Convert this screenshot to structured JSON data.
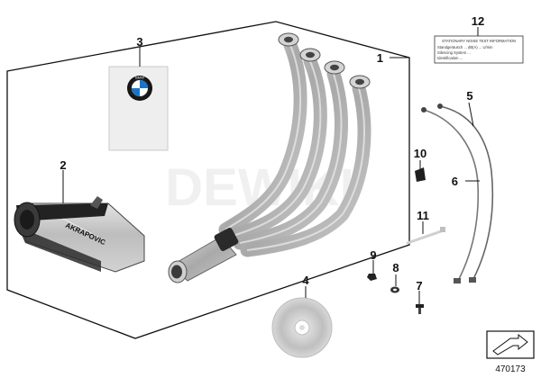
{
  "diagram": {
    "callouts": [
      {
        "id": "1",
        "label": "1"
      },
      {
        "id": "2",
        "label": "2"
      },
      {
        "id": "3",
        "label": "3"
      },
      {
        "id": "4",
        "label": "4"
      },
      {
        "id": "5",
        "label": "5"
      },
      {
        "id": "6",
        "label": "6"
      },
      {
        "id": "7",
        "label": "7"
      },
      {
        "id": "8",
        "label": "8"
      },
      {
        "id": "9",
        "label": "9"
      },
      {
        "id": "10",
        "label": "10"
      },
      {
        "id": "11",
        "label": "11"
      },
      {
        "id": "12",
        "label": "12"
      }
    ],
    "muffler_brand": "AKRAPOVIC",
    "manual_logo": "BMW",
    "noise_label": {
      "title": "STATIONARY NOISE TEST INFORMATION",
      "line1": "Standgeräusch ... dB(A) ... U/min",
      "line2": "Silencing System  ...",
      "line3": "Identification  ..."
    },
    "watermark": "DEWIKI",
    "diagram_number": "470173"
  }
}
